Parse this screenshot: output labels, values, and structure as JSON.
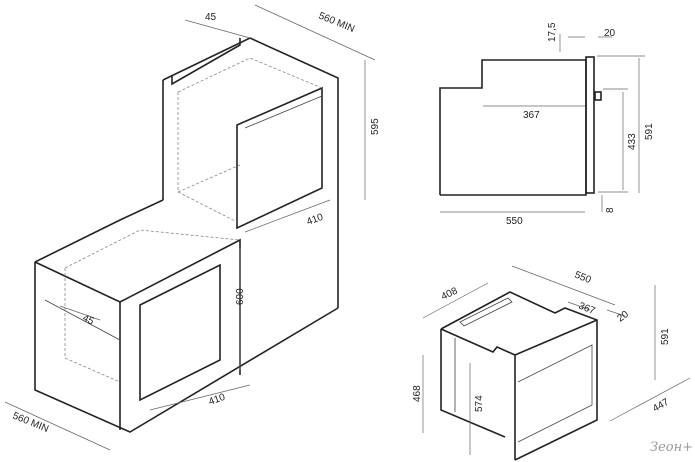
{
  "installation": {
    "column": {
      "depth_top": "45",
      "width_min": "560 MIN",
      "height": "595",
      "depth": "410"
    },
    "under_counter": {
      "depth_top": "45",
      "height": "600",
      "depth": "410",
      "width_min": "560 MIN"
    }
  },
  "side_view": {
    "top_offset": "17,5",
    "front_thickness": "20",
    "upper_depth": "367",
    "handle_height": "433",
    "total_height": "591",
    "depth": "550",
    "bottom_offset": "8"
  },
  "iso_view": {
    "width": "408",
    "depth": "550",
    "upper_depth": "367",
    "front": "20",
    "height": "591",
    "diagonal": "447",
    "body_height": "468",
    "inner_height": "574"
  },
  "watermark": "Зеон+"
}
